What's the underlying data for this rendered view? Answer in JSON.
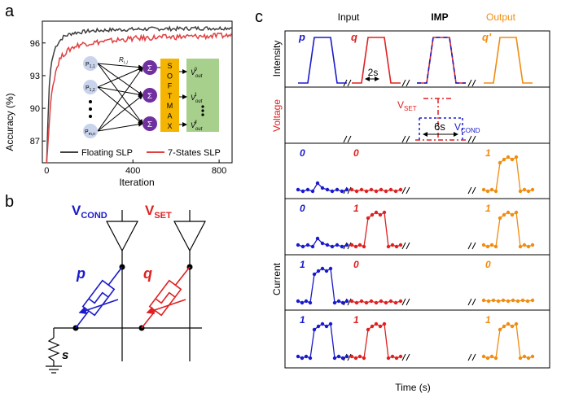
{
  "panel_labels": {
    "a": "a",
    "b": "b",
    "c": "c"
  },
  "colors": {
    "blue": "#1a1acc",
    "red": "#e02020",
    "orange": "#f08c10",
    "dark": "#404040",
    "softmax": "#f5b400",
    "green": "#a8d08d",
    "node": "#c9d4ec",
    "sum": "#7030a0"
  },
  "panel_a": {
    "ylabel": "Accuracy (%)",
    "xlabel": "Iteration",
    "inset": {
      "inputs": [
        "P",
        "P",
        "P"
      ],
      "input_subs": [
        "1,1",
        "1,2",
        "m,n"
      ],
      "weight": "R",
      "weight_sub": "i, j",
      "sum_symbol": "Σ",
      "softmax": [
        "S",
        "O",
        "F",
        "T",
        "M",
        "A",
        "X"
      ],
      "outputs": [
        "V",
        "V",
        "V"
      ],
      "output_subs": [
        "out",
        "out",
        "out"
      ],
      "output_sups": [
        "0",
        "1",
        "4"
      ]
    }
  },
  "chart_data": {
    "type": "line",
    "xlabel": "Iteration",
    "ylabel": "Accuracy (%)",
    "xlim": [
      -20,
      860
    ],
    "ylim": [
      85,
      98
    ],
    "xticks": [
      0,
      400,
      800
    ],
    "yticks": [
      87,
      90,
      93,
      96
    ],
    "legend_position": "bottom",
    "series": [
      {
        "name": "Floating SLP",
        "color": "#404040",
        "x": [
          0,
          10,
          20,
          40,
          60,
          80,
          120,
          160,
          200,
          300,
          400,
          500,
          600,
          700,
          800,
          860
        ],
        "y": [
          85,
          91.5,
          94,
          95.6,
          96.2,
          96.6,
          96.9,
          97.0,
          97.1,
          97.2,
          97.25,
          97.3,
          97.3,
          97.35,
          97.35,
          97.4
        ]
      },
      {
        "name": "7-States SLP",
        "color": "#e04040",
        "x": [
          0,
          10,
          20,
          40,
          60,
          80,
          120,
          160,
          200,
          300,
          400,
          500,
          600,
          700,
          800,
          860
        ],
        "y": [
          85,
          88,
          91,
          93.3,
          94.5,
          95.0,
          95.6,
          95.9,
          96.0,
          96.2,
          96.4,
          96.5,
          96.55,
          96.6,
          96.65,
          96.7
        ]
      }
    ]
  },
  "panel_b": {
    "vcond": "V",
    "vcond_sub": "COND",
    "vset": "V",
    "vset_sub": "SET",
    "p": "p",
    "q": "q",
    "s": "s"
  },
  "panel_c": {
    "col_headers": [
      "Input",
      "IMP",
      "Output"
    ],
    "row_labels": [
      "Intensity",
      "Voltage",
      "Current"
    ],
    "xlabel": "Time (s)",
    "intensity_labels": [
      "p",
      "q",
      "q'"
    ],
    "two_s": "2s",
    "six_s": "6s",
    "vset": "V",
    "vset_sub": "SET",
    "vcond": "V",
    "vcond_sub": "COND",
    "current_rows": [
      [
        "0",
        "0",
        "1"
      ],
      [
        "0",
        "1",
        "1"
      ],
      [
        "1",
        "0",
        "0"
      ],
      [
        "1",
        "1",
        "1"
      ]
    ]
  }
}
